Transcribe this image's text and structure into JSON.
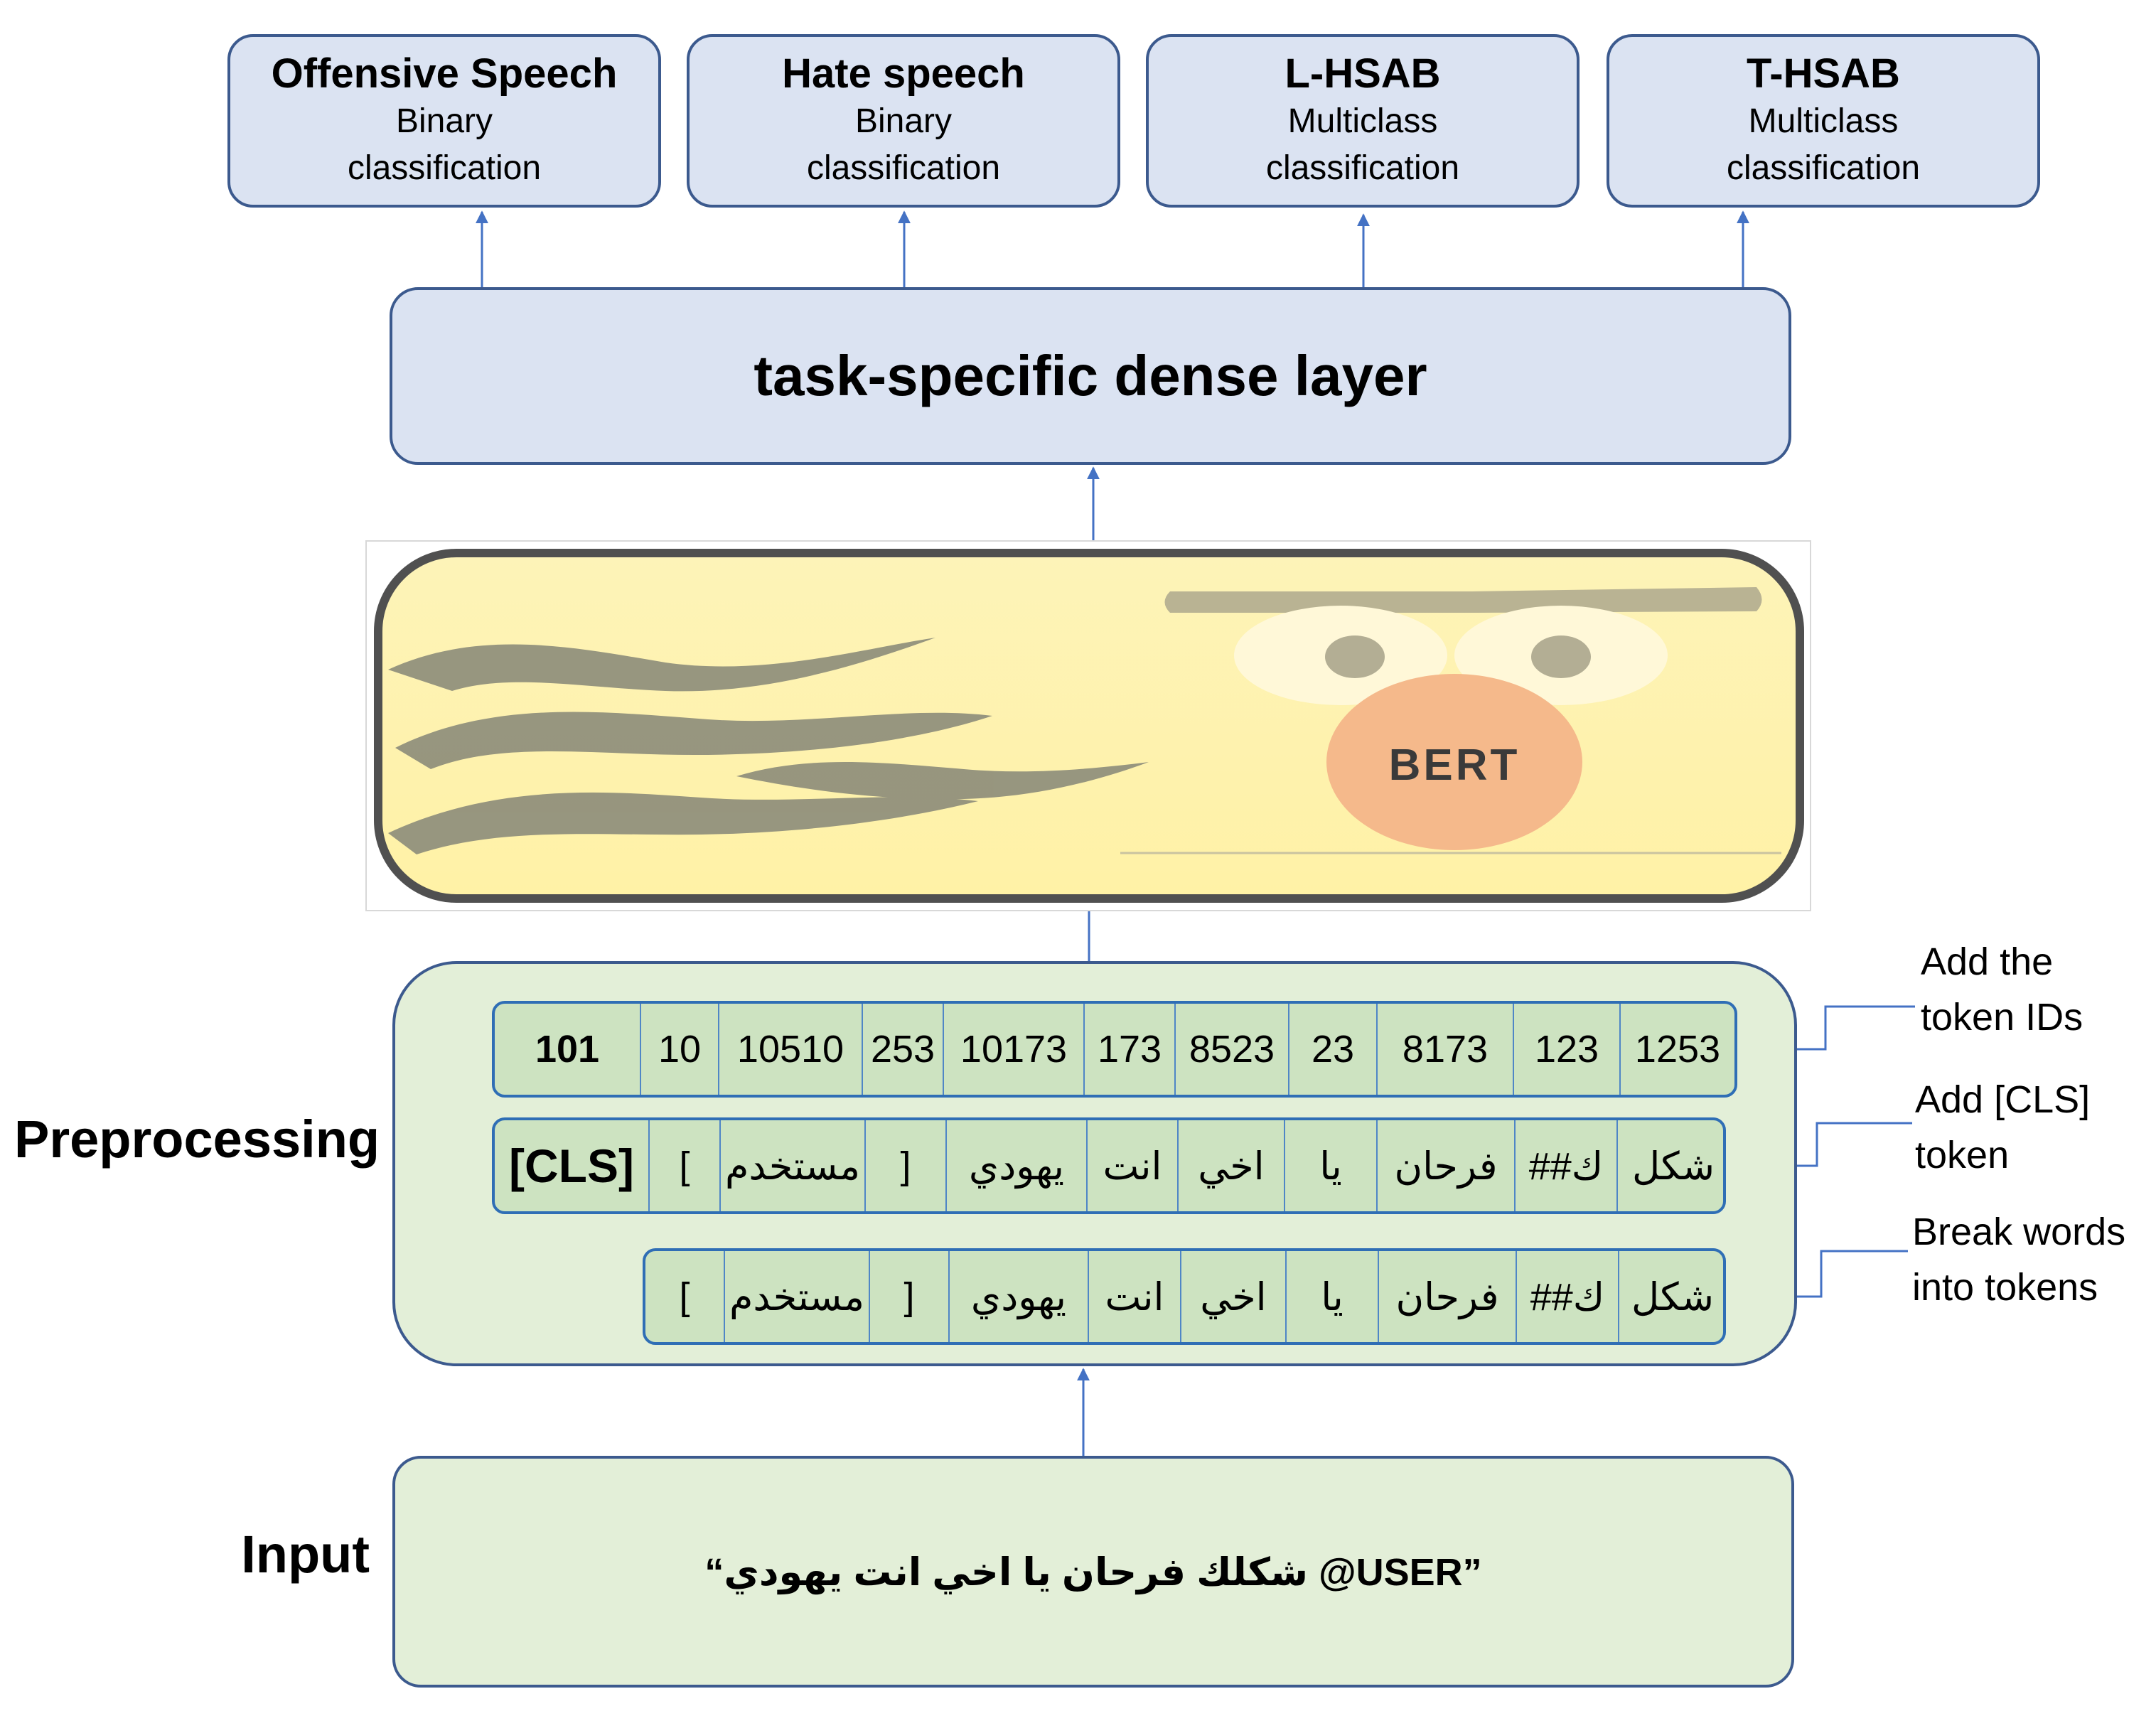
{
  "tasks": [
    {
      "title": "Offensive Speech",
      "line1": "Binary",
      "line2": "classification"
    },
    {
      "title": "Hate speech",
      "line1": "Binary",
      "line2": "classification"
    },
    {
      "title": "L-HSAB",
      "line1": "Multiclass",
      "line2": "classification"
    },
    {
      "title": "T-HSAB",
      "line1": "Multiclass",
      "line2": "classification"
    }
  ],
  "dense_layer": {
    "label": "task-specific dense layer"
  },
  "bert": {
    "label": "BERT"
  },
  "preprocessing": {
    "label": "Preprocessing",
    "token_ids": [
      "101",
      "10",
      "10510",
      "253",
      "10173",
      "173",
      "8523",
      "23",
      "8173",
      "123",
      "1253"
    ],
    "cls_tokens": [
      "[CLS]",
      "[",
      "مستخدم",
      "]",
      "يهودي",
      "انت",
      "اخي",
      "يا",
      "فرحان",
      "##ك",
      "شكل"
    ],
    "word_tokens": [
      "[",
      "مستخدم",
      "]",
      "يهودي",
      "انت",
      "اخي",
      "يا",
      "فرحان",
      "##ك",
      "شكل"
    ],
    "annotations": [
      {
        "line1": "Add the",
        "line2": "token IDs"
      },
      {
        "line1": "Add [CLS]",
        "line2": "token"
      },
      {
        "line1": "Break words",
        "line2": "into tokens"
      }
    ]
  },
  "input": {
    "label": "Input",
    "text": "”USER@ شكلك فرحان يا اخي انت يهودي“"
  }
}
